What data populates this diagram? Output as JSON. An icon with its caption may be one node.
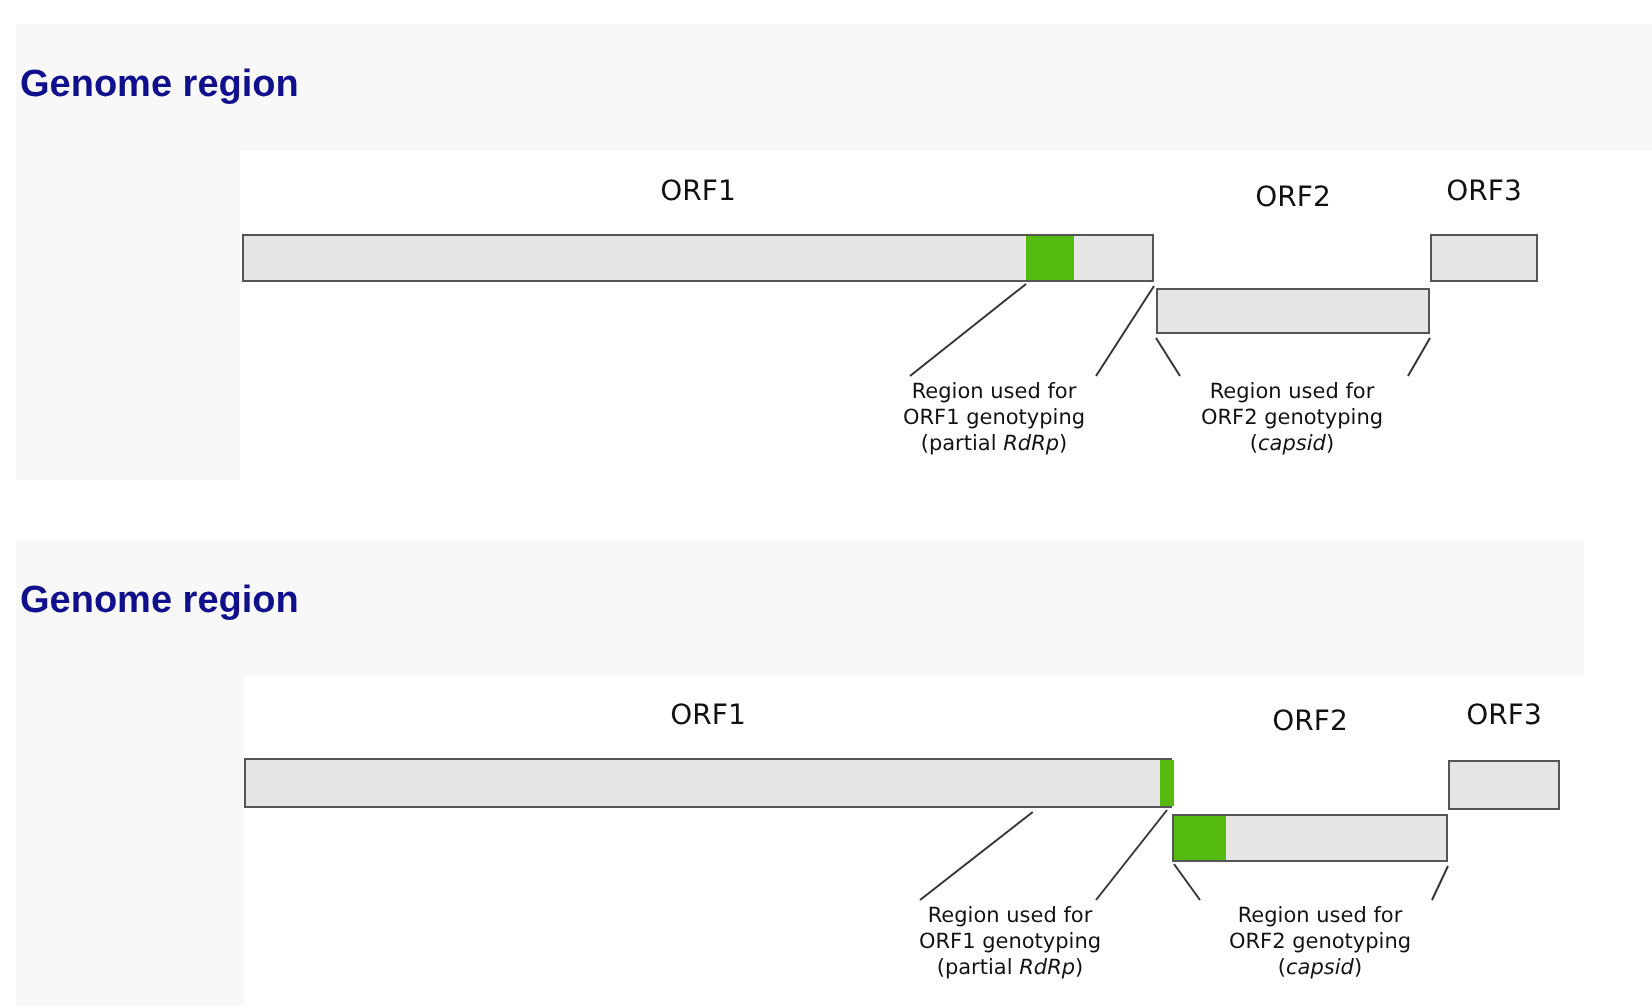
{
  "diagram": {
    "nodes": [
      {
        "text": [
          "Genome region"
        ]
      },
      {
        "text": [
          "ORF1"
        ],
        "in": 0
      },
      {
        "text": [],
        "shape": "bar",
        "in": 1
      },
      {
        "text": [
          "ORF2"
        ],
        "in": 0
      },
      {
        "text": [
          "ORF3"
        ],
        "in": 0
      },
      {
        "text": [
          "Region used for ORF1 genotyping (partial *RdRp*)"
        ],
        "in": 0
      },
      {
        "text": [
          "Region used for ORF2 genotyping (*capsid*)"
        ],
        "in": 0
      },
      {
        "text": [
          "Genome region"
        ]
      },
      {
        "text": [
          "ORF1"
        ],
        "in": 7
      },
      {
        "text": [],
        "shape": "bar",
        "in": 8
      },
      {
        "text": [
          "ORF2"
        ],
        "in": 7
      },
      {
        "text": [],
        "shape": "bar",
        "in": 10
      },
      {
        "text": [
          "ORF3"
        ],
        "in": 7
      },
      {
        "text": [
          "Region used for ORF1 genotyping (partial *RdRp*)"
        ],
        "in": 7
      },
      {
        "text": [
          "Region used for ORF2 genotyping (*capsid*)"
        ],
        "in": 7
      }
    ],
    "edges": [
      {
        "from": 5,
        "to": 2,
        "arrow": "none"
      },
      {
        "from": 5,
        "to": 1,
        "arrow": "none"
      },
      {
        "from": 6,
        "to": 3,
        "arrow": "none"
      },
      {
        "from": 6,
        "to": 3,
        "arrow": "none"
      },
      {
        "from": 13,
        "to": 8,
        "arrow": "none"
      },
      {
        "from": 13,
        "to": 9,
        "arrow": "none"
      },
      {
        "from": 14,
        "to": 11,
        "arrow": "none"
      },
      {
        "from": 14,
        "to": 10,
        "arrow": "none"
      }
    ]
  }
}
